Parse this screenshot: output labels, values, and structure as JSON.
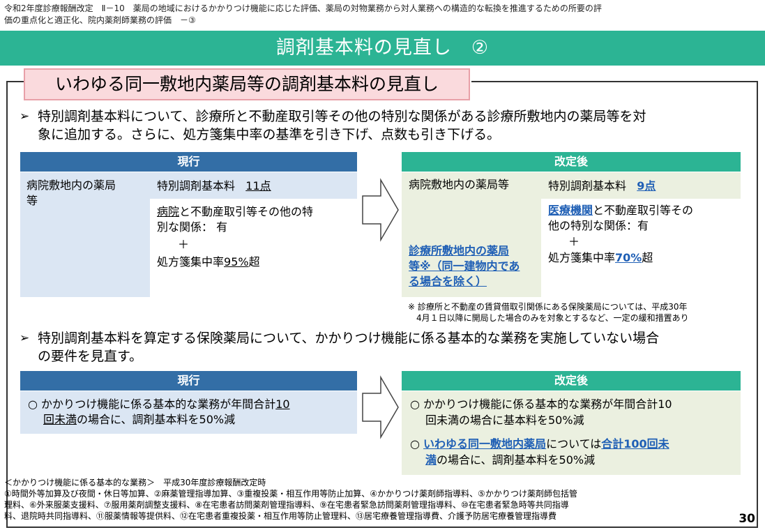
{
  "header": {
    "line1": "令和2年度診療報酬改定　Ⅱ－10　薬局の地域におけるかかりつけ機能に応じた評価、薬局の対物業務から対人業務への構造的な転換を推進するための所要の評",
    "line2": "価の重点化と適正化、院内薬剤師業務の評価　－③"
  },
  "title": "調剤基本料の見直し　②",
  "section_title": "いわゆる同一敷地内薬局等の調剤基本料の見直し",
  "bullet1": {
    "mark": "➢",
    "line1": "特別調剤基本料について、診療所と不動産取引等その他の特別な関係がある診療所敷地内の薬局等を対",
    "line2": "象に追加する。さらに、処方箋集中率の基準を引き下げ、点数も引き下げる。"
  },
  "table1": {
    "current_header": "現行",
    "revised_header": "改定後",
    "current": {
      "left_line1": "病院敷地内の薬局",
      "left_line2": "等",
      "fee_label": "特別調剤基本料",
      "fee_value": "11点",
      "cond_line1_ul": "病院",
      "cond_line1_rest": "と不動産取引等その他の特",
      "cond_line2": "別な関係：  有",
      "plus": "＋",
      "rate_prefix": "処方箋集中率",
      "rate_value": "95%",
      "rate_suffix": "超"
    },
    "revised": {
      "left_line1": "病院敷地内の薬局等",
      "left_link_line1": "診療所敷地内の薬局",
      "left_link_line2": "等※（同一建物内であ",
      "left_link_line3": "る場合を除く）",
      "fee_label": "特別調剤基本料",
      "fee_value": "9点",
      "cond_line1_ul": "医療機関",
      "cond_line1_rest": "と不動産取引等その",
      "cond_line2": "他の特別な関係：有",
      "plus": "＋",
      "rate_prefix": "処方箋集中率",
      "rate_value": "70%",
      "rate_suffix": "超"
    },
    "note_line1": "※  診療所と不動産の賃貸借取引関係にある保険薬局については、平成30年",
    "note_line2": "4月１日以降に開局した場合のみを対象とするなど、一定の緩和措置あり"
  },
  "bullet2": {
    "mark": "➢",
    "line1": "特別調剤基本料を算定する保険薬局について、かかりつけ機能に係る基本的な業務を実施していない場合",
    "line2": "の要件を見直す。"
  },
  "table2": {
    "current_header": "現行",
    "revised_header": "改定後",
    "current": {
      "line1_prefix": "○  かかりつけ機能に係る基本的な業務が年間合計",
      "line1_ul": "10",
      "line2_ul": "回未満",
      "line2_rest": "の場合に、調剤基本料を50%減"
    },
    "revised": {
      "item1_line1": "○  かかりつけ機能に係る基本的な業務が年間合計10",
      "item1_line2": "回未満の場合に基本料を50%減",
      "item2_prefix": "○  ",
      "item2_link": "いわゆる同一敷地内薬局",
      "item2_mid": "については",
      "item2_link2": "合計100回未",
      "item2_line2_link": "満",
      "item2_line2_rest": "の場合に、調剤基本料を50%減"
    }
  },
  "footer": {
    "line1": "＜かかりつけ機能に係る基本的な業務＞　平成30年度診療報酬改定時",
    "line2": "①時間外等加算及び夜間・休日等加算、②麻薬管理指導加算、③重複投薬・相互作用等防止加算、④かかりつけ薬剤師指導料、⑤かかりつけ薬剤師包括管",
    "line3": "理料、⑥外来服薬支援料、⑦服用薬剤調整支援料、⑧在宅患者訪問薬剤管理指導料、⑨在宅患者緊急訪問薬剤管理指導料、⑩在宅患者緊急時等共同指導",
    "line4": "料、退院時共同指導料、⑪服薬情報等提供料、⑫在宅患者重複投薬・相互作用等防止管理料、⑬居宅療養管理指導費、介護予防居宅療養管理指導費"
  },
  "page_number": "30",
  "colors": {
    "accent_green": "#2cb494",
    "accent_blue": "#336ea6",
    "link_blue": "#1f5fb5",
    "pink_title_bg": "#fadadd"
  }
}
